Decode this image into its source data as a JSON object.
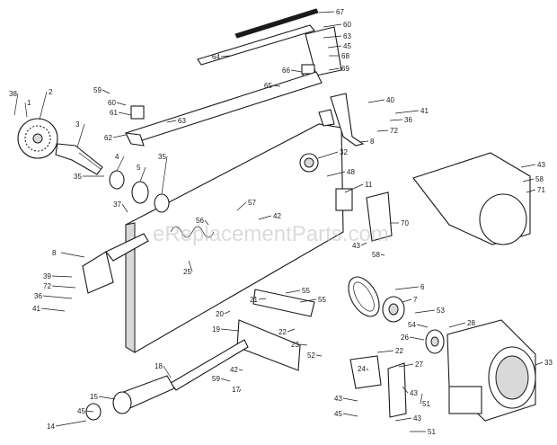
{
  "watermark": "eReplacementParts.com",
  "part_labels": [
    "1",
    "2",
    "3",
    "4",
    "5",
    "6",
    "7",
    "8",
    "11",
    "14",
    "15",
    "17",
    "18",
    "19",
    "20",
    "21",
    "22",
    "23",
    "24",
    "25",
    "26",
    "27",
    "28",
    "32",
    "33",
    "35",
    "36",
    "37",
    "38",
    "39",
    "40",
    "41",
    "42",
    "43",
    "45",
    "48",
    "51",
    "52",
    "53",
    "54",
    "55",
    "56",
    "57",
    "58",
    "59",
    "60",
    "61",
    "62",
    "63",
    "64",
    "65",
    "66",
    "67",
    "68",
    "69",
    "70",
    "71",
    "72"
  ],
  "callouts": [
    {
      "label": "67"
    },
    {
      "label": "60"
    },
    {
      "label": "63"
    },
    {
      "label": "45"
    },
    {
      "label": "68"
    },
    {
      "label": "64"
    },
    {
      "label": "66"
    },
    {
      "label": "69"
    },
    {
      "label": "65"
    },
    {
      "label": "38"
    },
    {
      "label": "1"
    },
    {
      "label": "2"
    },
    {
      "label": "59"
    },
    {
      "label": "60"
    },
    {
      "label": "61"
    },
    {
      "label": "63"
    },
    {
      "label": "62"
    },
    {
      "label": "40"
    },
    {
      "label": "41"
    },
    {
      "label": "36"
    },
    {
      "label": "72"
    },
    {
      "label": "8"
    },
    {
      "label": "3"
    },
    {
      "label": "32"
    },
    {
      "label": "4"
    },
    {
      "label": "5"
    },
    {
      "label": "35"
    },
    {
      "label": "35"
    },
    {
      "label": "48"
    },
    {
      "label": "11"
    },
    {
      "label": "43"
    },
    {
      "label": "58"
    },
    {
      "label": "71"
    },
    {
      "label": "37"
    },
    {
      "label": "57"
    },
    {
      "label": "42"
    },
    {
      "label": "56"
    },
    {
      "label": "70"
    },
    {
      "label": "43"
    },
    {
      "label": "58"
    },
    {
      "label": "8"
    },
    {
      "label": "25"
    },
    {
      "label": "39"
    },
    {
      "label": "72"
    },
    {
      "label": "36"
    },
    {
      "label": "41"
    },
    {
      "label": "55"
    },
    {
      "label": "55"
    },
    {
      "label": "6"
    },
    {
      "label": "21"
    },
    {
      "label": "7"
    },
    {
      "label": "53"
    },
    {
      "label": "20"
    },
    {
      "label": "22"
    },
    {
      "label": "54"
    },
    {
      "label": "28"
    },
    {
      "label": "19"
    },
    {
      "label": "26"
    },
    {
      "label": "23"
    },
    {
      "label": "52"
    },
    {
      "label": "22"
    },
    {
      "label": "18"
    },
    {
      "label": "42"
    },
    {
      "label": "24"
    },
    {
      "label": "27"
    },
    {
      "label": "33"
    },
    {
      "label": "59"
    },
    {
      "label": "43"
    },
    {
      "label": "17"
    },
    {
      "label": "51"
    },
    {
      "label": "15"
    },
    {
      "label": "43"
    },
    {
      "label": "45"
    },
    {
      "label": "43"
    },
    {
      "label": "45"
    },
    {
      "label": "14"
    },
    {
      "label": "51"
    }
  ]
}
